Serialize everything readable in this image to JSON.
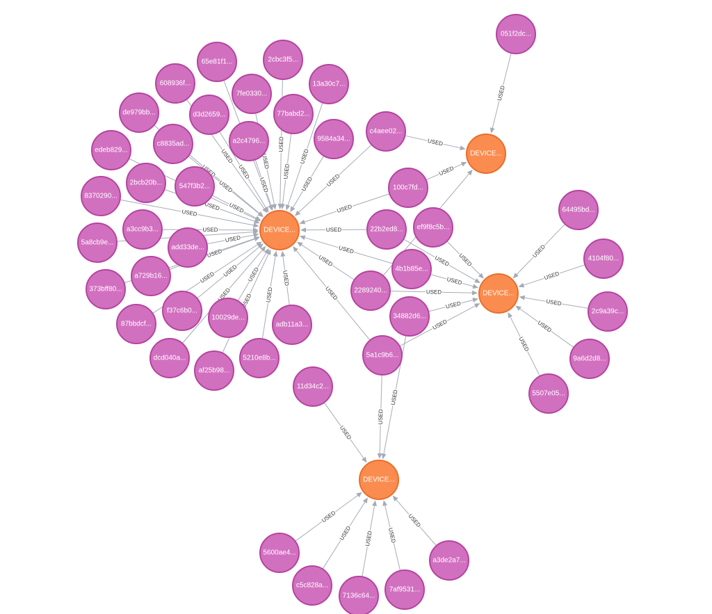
{
  "graph": {
    "colors": {
      "background": "#ffffff",
      "edge": "#a5abb6",
      "edge_label_text": "#333333",
      "node_text": "#ffffff",
      "device_fill": "#fb8c4f",
      "device_stroke": "#e96e2b",
      "user_fill": "#d270c0",
      "user_stroke": "#b4449f"
    },
    "edge_label": "USED",
    "device_nodes": [
      {
        "id": "d1",
        "label": "DEVICE..."
      },
      {
        "id": "d2",
        "label": "DEVICE..."
      },
      {
        "id": "d3",
        "label": "DEVICE..."
      },
      {
        "id": "d4",
        "label": "DEVICE..."
      }
    ],
    "user_nodes": [
      {
        "id": "u1",
        "label": "65e81f1..."
      },
      {
        "id": "u2",
        "label": "2cbc3f5..."
      },
      {
        "id": "u3",
        "label": "608936f..."
      },
      {
        "id": "u4",
        "label": "7fe0330..."
      },
      {
        "id": "u5",
        "label": "13a30c7..."
      },
      {
        "id": "u6",
        "label": "de979bb..."
      },
      {
        "id": "u7",
        "label": "d3d2659..."
      },
      {
        "id": "u8",
        "label": "77babd2..."
      },
      {
        "id": "u9",
        "label": "edeb829..."
      },
      {
        "id": "u10",
        "label": "c8835ad..."
      },
      {
        "id": "u11",
        "label": "a2c4796..."
      },
      {
        "id": "u12",
        "label": "9584a34..."
      },
      {
        "id": "u13",
        "label": "2bcb20b..."
      },
      {
        "id": "u14",
        "label": "547f3b2..."
      },
      {
        "id": "u15",
        "label": "8370290..."
      },
      {
        "id": "u16",
        "label": "a3cc9b3..."
      },
      {
        "id": "u17",
        "label": "5a8cb9e..."
      },
      {
        "id": "u18",
        "label": "add33de..."
      },
      {
        "id": "u19",
        "label": "a729b16..."
      },
      {
        "id": "u20",
        "label": "373bff80..."
      },
      {
        "id": "u21",
        "label": "f37c6b0..."
      },
      {
        "id": "u22",
        "label": "10029de..."
      },
      {
        "id": "u23",
        "label": "87bbdcf..."
      },
      {
        "id": "u24",
        "label": "adb11a3..."
      },
      {
        "id": "u25",
        "label": "dcd040a..."
      },
      {
        "id": "u26",
        "label": "5210e8b..."
      },
      {
        "id": "u27",
        "label": "af25b98..."
      },
      {
        "id": "u28",
        "label": "c4aee02..."
      },
      {
        "id": "u29",
        "label": "100c7fd..."
      },
      {
        "id": "u30",
        "label": "22b2ed8..."
      },
      {
        "id": "u31",
        "label": "ef9f8c5b..."
      },
      {
        "id": "u32",
        "label": "4b1b85e..."
      },
      {
        "id": "u33",
        "label": "2289240..."
      },
      {
        "id": "u34",
        "label": "34882d6..."
      },
      {
        "id": "u35",
        "label": "5a1c9b6..."
      },
      {
        "id": "u36",
        "label": "11d34c2..."
      },
      {
        "id": "u37",
        "label": "051f2dc..."
      },
      {
        "id": "u38",
        "label": "64495bd..."
      },
      {
        "id": "u39",
        "label": "4104f80..."
      },
      {
        "id": "u40",
        "label": "2c9a39c..."
      },
      {
        "id": "u41",
        "label": "9a6d2d8..."
      },
      {
        "id": "u42",
        "label": "5507e05..."
      },
      {
        "id": "u43",
        "label": "5600ae4..."
      },
      {
        "id": "u44",
        "label": "c5c828a..."
      },
      {
        "id": "u45",
        "label": "7136c64..."
      },
      {
        "id": "u46",
        "label": "7af9531..."
      },
      {
        "id": "u47",
        "label": "a3de2a7..."
      }
    ],
    "edges": [
      [
        "u1",
        "d1"
      ],
      [
        "u2",
        "d1"
      ],
      [
        "u3",
        "d1"
      ],
      [
        "u4",
        "d1"
      ],
      [
        "u5",
        "d1"
      ],
      [
        "u6",
        "d1"
      ],
      [
        "u7",
        "d1"
      ],
      [
        "u8",
        "d1"
      ],
      [
        "u9",
        "d1"
      ],
      [
        "u10",
        "d1"
      ],
      [
        "u11",
        "d1"
      ],
      [
        "u12",
        "d1"
      ],
      [
        "u13",
        "d1"
      ],
      [
        "u14",
        "d1"
      ],
      [
        "u15",
        "d1"
      ],
      [
        "u16",
        "d1"
      ],
      [
        "u17",
        "d1"
      ],
      [
        "u18",
        "d1"
      ],
      [
        "u19",
        "d1"
      ],
      [
        "u20",
        "d1"
      ],
      [
        "u21",
        "d1"
      ],
      [
        "u22",
        "d1"
      ],
      [
        "u23",
        "d1"
      ],
      [
        "u24",
        "d1"
      ],
      [
        "u25",
        "d1"
      ],
      [
        "u26",
        "d1"
      ],
      [
        "u27",
        "d1"
      ],
      [
        "u28",
        "d1"
      ],
      [
        "u29",
        "d1"
      ],
      [
        "u30",
        "d1"
      ],
      [
        "u32",
        "d1"
      ],
      [
        "u33",
        "d1"
      ],
      [
        "u35",
        "d1"
      ],
      [
        "u37",
        "d2"
      ],
      [
        "u28",
        "d2"
      ],
      [
        "u29",
        "d2"
      ],
      [
        "u33",
        "d2"
      ],
      [
        "u31",
        "d3"
      ],
      [
        "u30",
        "d3"
      ],
      [
        "u32",
        "d3"
      ],
      [
        "u33",
        "d3"
      ],
      [
        "u34",
        "d3"
      ],
      [
        "u35",
        "d3"
      ],
      [
        "u38",
        "d3"
      ],
      [
        "u39",
        "d3"
      ],
      [
        "u40",
        "d3"
      ],
      [
        "u41",
        "d3"
      ],
      [
        "u42",
        "d3"
      ],
      [
        "u36",
        "d4"
      ],
      [
        "u35",
        "d4"
      ],
      [
        "u34",
        "d4"
      ],
      [
        "u43",
        "d4"
      ],
      [
        "u44",
        "d4"
      ],
      [
        "u45",
        "d4"
      ],
      [
        "u46",
        "d4"
      ],
      [
        "u47",
        "d4"
      ]
    ]
  }
}
